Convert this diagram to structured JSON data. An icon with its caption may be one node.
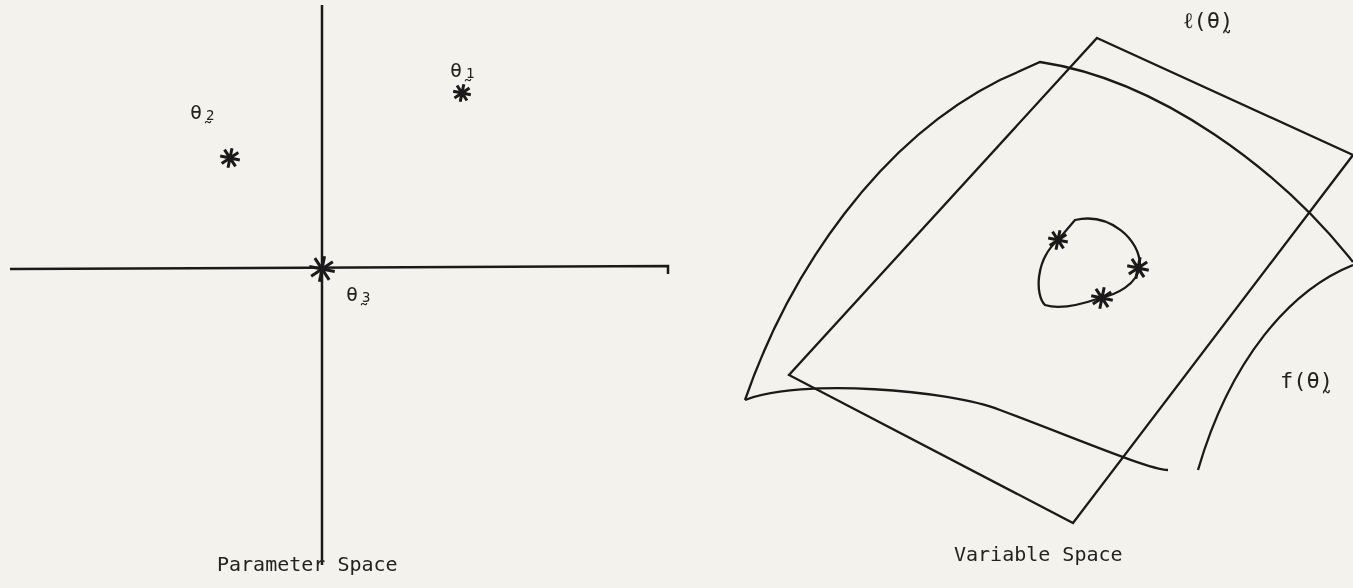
{
  "diagram": {
    "labels": [
      "θ̰$_{1}$",
      "θ̰$_{2}$",
      "θ̰$_{3}$",
      "ℓ(θ̰)",
      "f(θ̰)",
      "Parameter Space",
      "Variable Space"
    ]
  }
}
